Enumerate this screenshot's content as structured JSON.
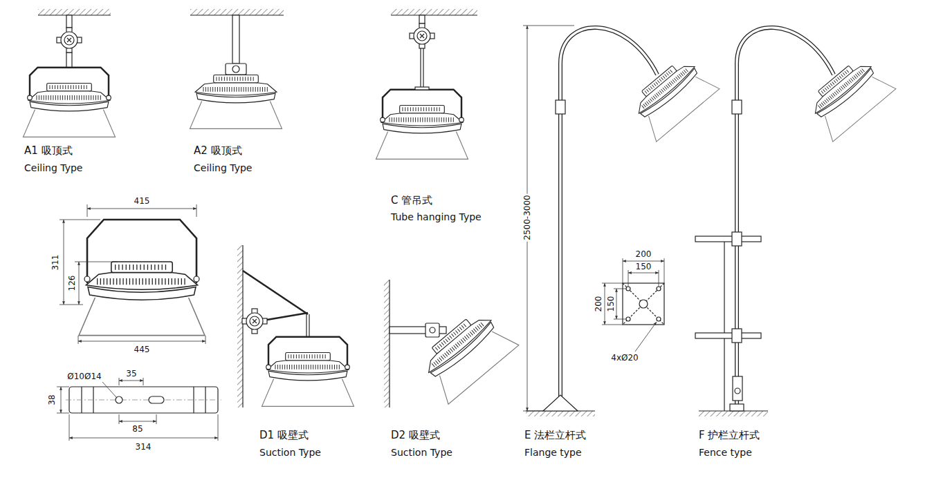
{
  "diagram": {
    "labels": [
      "A1 吸顶式",
      "Ceiling Type",
      "A2 吸顶式",
      "Ceiling Type",
      "C 管吊式",
      "Tube hanging Type",
      "415",
      "311",
      "126",
      "445",
      "Ø10Ø14",
      "35",
      "38",
      "85",
      "314",
      "D1 吸壁式",
      "Suction Type",
      "D2 吸壁式",
      "Suction Type",
      "2500-3000",
      "200",
      "150",
      "200",
      "150",
      "4xØ20",
      "E 法栏立杆式",
      "Flange type",
      "F 护栏立杆式",
      "Fence type"
    ]
  }
}
